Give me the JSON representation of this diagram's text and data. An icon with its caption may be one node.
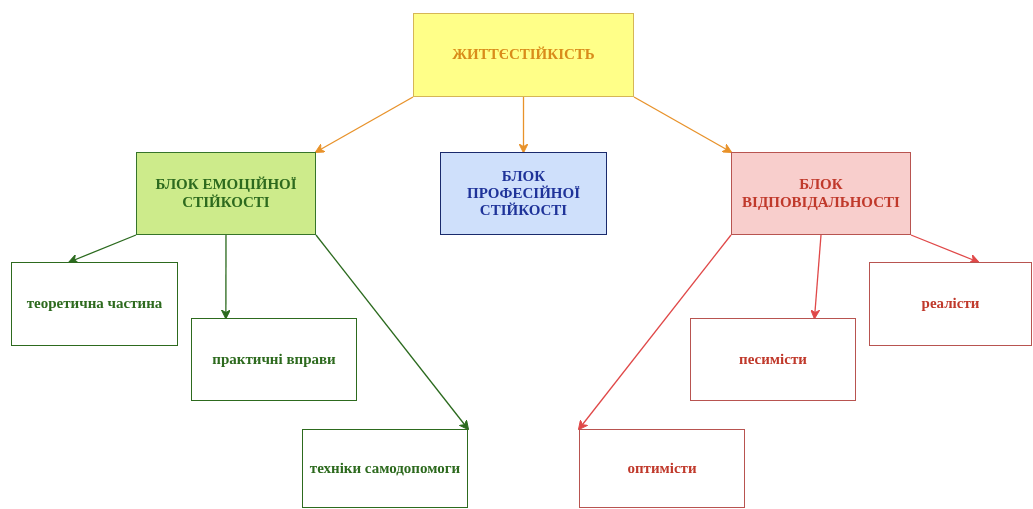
{
  "diagram": {
    "nodes": [
      {
        "text": [
          "ЖИТТЄСТІЙКІСТЬ"
        ]
      },
      {
        "text": [
          "БЛОК ЕМОЦІЙНОЇ СТІЙКОСТІ"
        ]
      },
      {
        "text": [
          "БЛОК ПРОФЕСІЙНОЇ СТІЙКОСТІ"
        ]
      },
      {
        "text": [
          "БЛОК ВІДПОВІДАЛЬНОСТІ"
        ]
      },
      {
        "text": [
          "теоретична частина"
        ]
      },
      {
        "text": [
          "практичні вправи"
        ]
      },
      {
        "text": [
          "техніки самодопомоги"
        ]
      },
      {
        "text": [
          "оптимісти"
        ]
      },
      {
        "text": [
          "песимісти"
        ]
      },
      {
        "text": [
          "реалісти"
        ]
      }
    ],
    "edges": [
      {
        "from": 0,
        "to": 1,
        "arrow": "to",
        "color": "#e8922a"
      },
      {
        "from": 0,
        "to": 2,
        "arrow": "to",
        "color": "#e8922a"
      },
      {
        "from": 0,
        "to": 3,
        "arrow": "to",
        "color": "#e8922a"
      },
      {
        "from": 1,
        "to": 4,
        "arrow": "to",
        "color": "#2b6a1e"
      },
      {
        "from": 1,
        "to": 5,
        "arrow": "to",
        "color": "#2b6a1e"
      },
      {
        "from": 1,
        "to": 6,
        "arrow": "to",
        "color": "#2b6a1e"
      },
      {
        "from": 3,
        "to": 7,
        "arrow": "to",
        "color": "#e04848"
      },
      {
        "from": 3,
        "to": 8,
        "arrow": "to",
        "color": "#e04848"
      },
      {
        "from": 3,
        "to": 9,
        "arrow": "to",
        "color": "#e04848"
      }
    ]
  }
}
